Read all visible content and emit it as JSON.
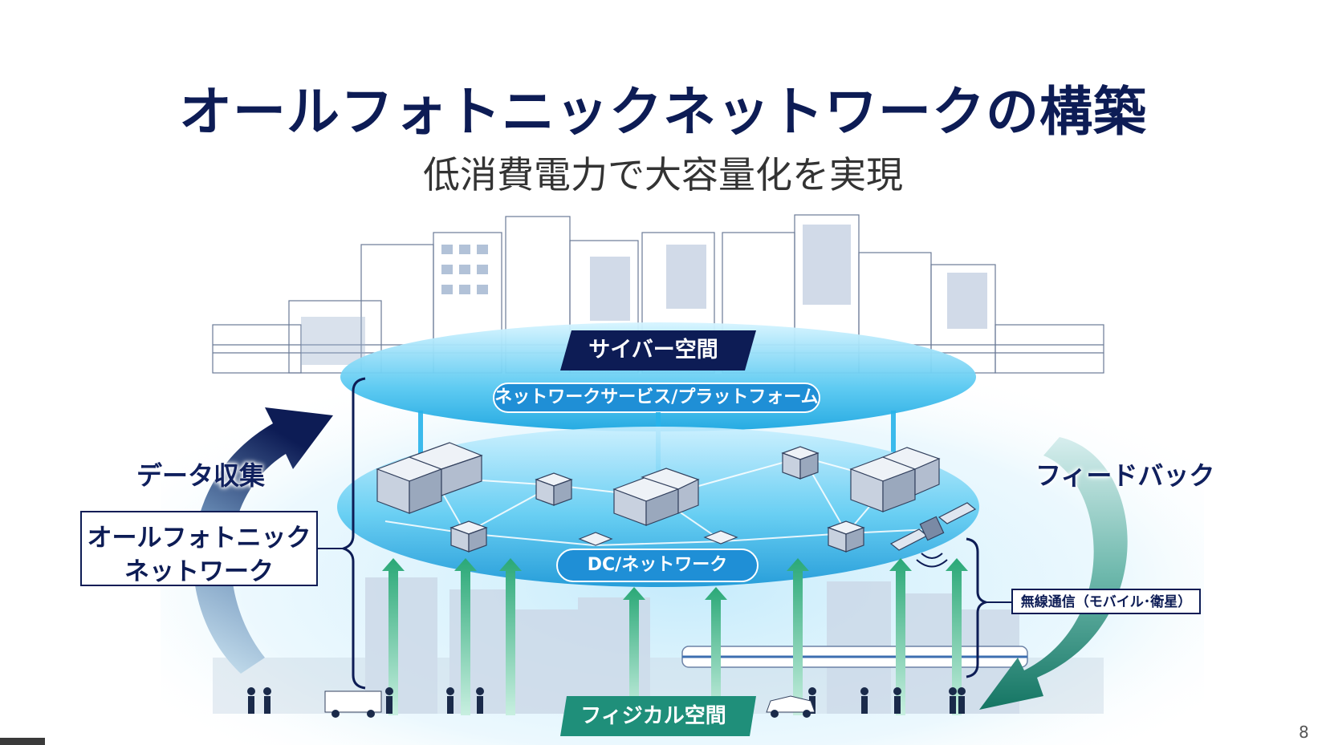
{
  "title": "オールフォトニックネットワークの構築",
  "subtitle": "低消費電力で大容量化を実現",
  "diagram": {
    "cyber_space": "サイバー空間",
    "platform": "ネットワークサービス/プラットフォーム",
    "dc_network": "DC/ネットワーク",
    "physical_space": "フィジカル空間",
    "data_collection": "データ収集",
    "feedback": "フィードバック",
    "apn_line1": "オールフォトニック",
    "apn_line2": "ネットワーク",
    "wireless": "無線通信（モバイル･衛星）"
  },
  "page_number": "8",
  "colors": {
    "navy": "#0d1c55",
    "cyan": "#22b5ea",
    "teal": "#1f8f7a",
    "green_arrow": "#3bb58a"
  },
  "icons": [
    "city-skyline-icon",
    "data-center-icon",
    "satellite-icon",
    "curved-arrow-icon",
    "up-arrow-icon",
    "pedestrian-icon"
  ]
}
